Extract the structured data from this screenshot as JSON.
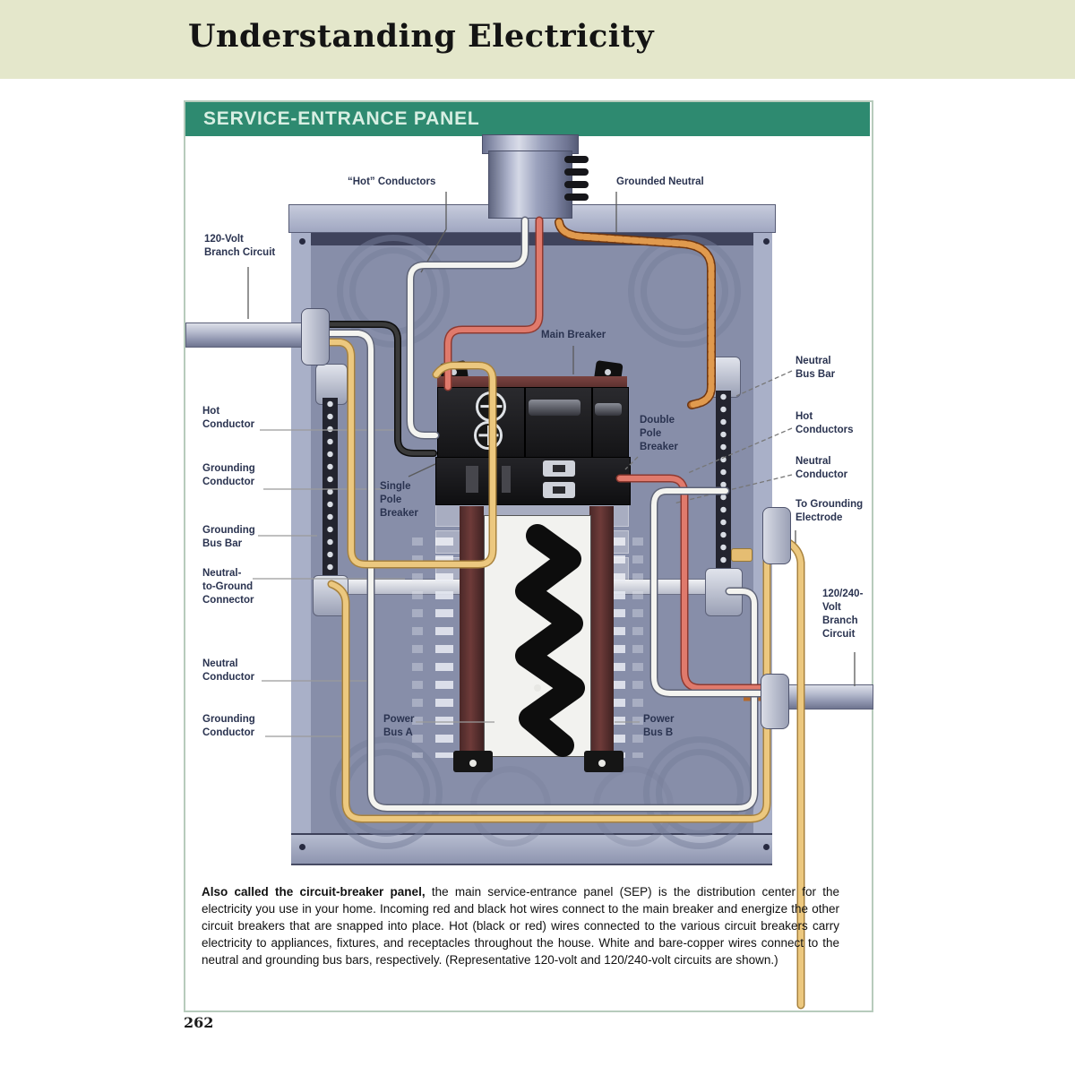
{
  "page": {
    "title": "Understanding Electricity",
    "page_number": "262"
  },
  "panel_section": {
    "header": "SERVICE-ENTRANCE PANEL"
  },
  "labels": {
    "hot_conductors_top": "“Hot” Conductors",
    "grounded_neutral": "Grounded Neutral",
    "branch_120": "120-Volt\nBranch Circuit",
    "main_breaker": "Main Breaker",
    "hot_conductor_left": "Hot\nConductor",
    "grounding_conductor_upper": "Grounding\nConductor",
    "grounding_bus_bar": "Grounding\nBus Bar",
    "neutral_to_ground_connector": "Neutral-\nto-Ground\nConnector",
    "neutral_conductor_left": "Neutral\nConductor",
    "grounding_conductor_lower": "Grounding\nConductor",
    "single_pole_breaker": "Single\nPole\nBreaker",
    "double_pole_breaker": "Double\nPole\nBreaker",
    "power_bus_a": "Power\nBus A",
    "power_bus_b": "Power\nBus B",
    "neutral_bus_bar": "Neutral\nBus Bar",
    "hot_conductors_right": "Hot\nConductors",
    "neutral_conductor_right": "Neutral\nConductor",
    "to_grounding_electrode": "To Grounding\nElectrode",
    "branch_120_240": "120/240-\nVolt\nBranch\nCircuit"
  },
  "caption": {
    "lead": "Also called the circuit-breaker panel,",
    "body": " the main service-entrance panel (SEP) is the distribution center for the electricity you use in your home. Incoming red and black hot wires connect to the main breaker and energize the other circuit breakers that are snapped into place. Hot (black or red) wires connected to the various circuit breakers carry electricity to appliances, fixtures, and receptacles throughout the house. White and bare-copper wires connect to the neutral and grounding bus bars, respectively. (Representative 120-volt and 120/240-volt circuits are shown.)"
  },
  "colors": {
    "header_band": "#e4e7cb",
    "section_bar": "#2e8a70",
    "section_text": "#d8efe3",
    "box_border": "#b7cbbc",
    "panel_light": "#aab1c9",
    "panel_dark": "#878ea9",
    "wire_white": "#f3f3ee",
    "wire_red": "#e0766a",
    "wire_copper": "#b5692c",
    "wire_ground": "#ecc87f",
    "breaker_black": "#191919",
    "bus_maroon": "#613534",
    "label_text": "#2a3350"
  }
}
